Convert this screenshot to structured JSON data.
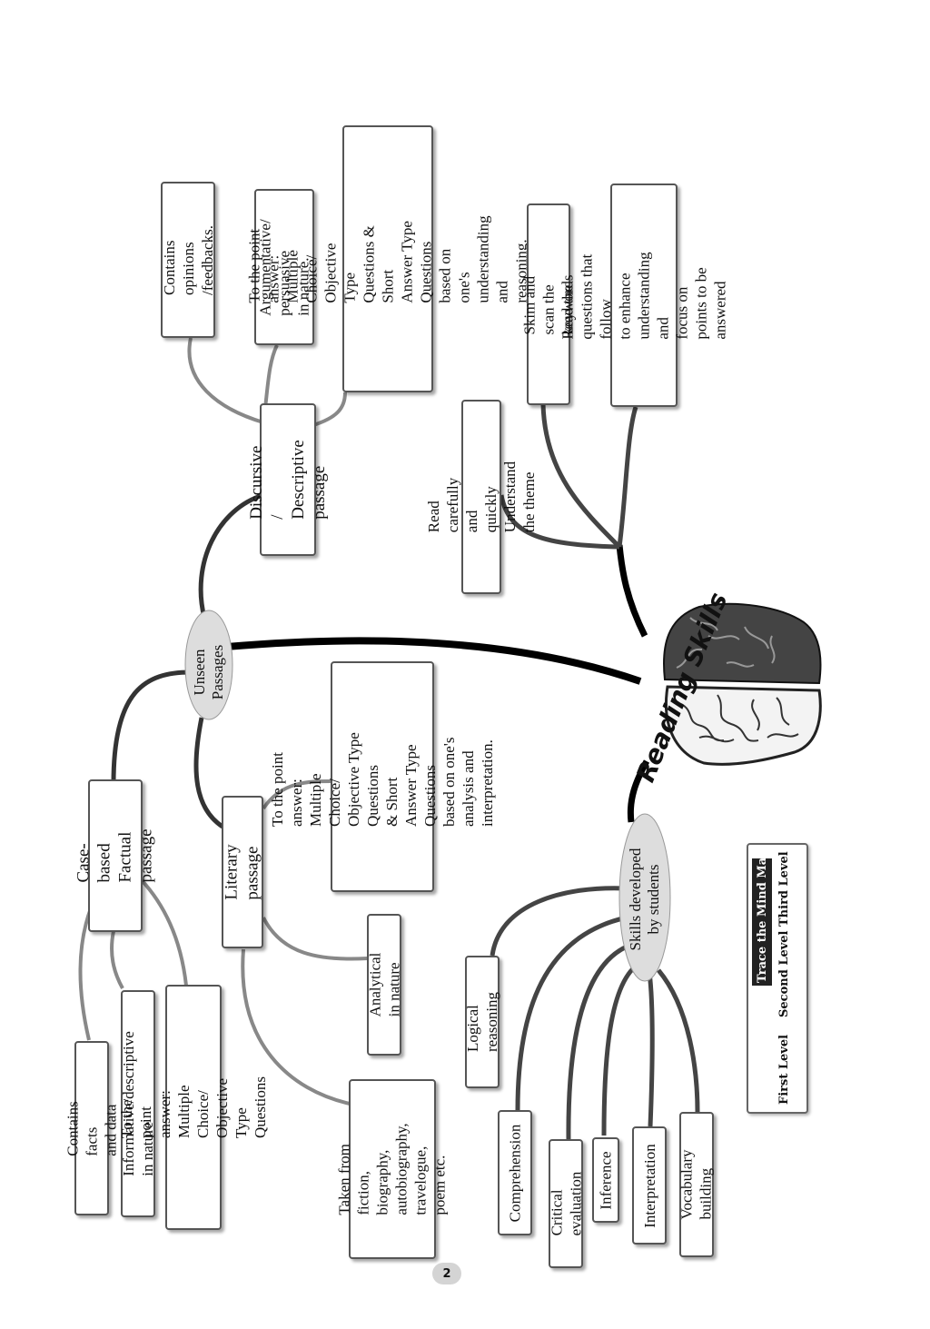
{
  "central_topic": "Reading Skills",
  "unseen_passages": {
    "label": "Unseen\nPassages",
    "discursive": {
      "label": "Discursive /\nDescriptive passage",
      "children": [
        "Contains opinions\n/feedbacks.",
        "Argumentative/\npersuasive\nin nature.",
        "To the point answer: Multiple Choice/\nObjective Type Questions & Short\nAnswer Type Questions based on\none's understanding and reasoning."
      ]
    },
    "case_based": {
      "label": "Case-based Factual\npassage",
      "children": [
        "Contains facts and data",
        "Informative/descriptive in nature",
        "To the point answer: Multiple\nChoice/ Objective Type Questions"
      ]
    },
    "literary": {
      "label": "Literary passage",
      "children": [
        "To the point answer: Multiple\nChoice/ Objective Type Questions\n& Short Answer Type Questions\nbased on one's analysis and\ninterpretation.",
        "Analytical in nature",
        "Taken from fiction,\nbiography,\nautobiography,\ntravelogue, poem etc."
      ]
    }
  },
  "reading_tips": [
    "Read carefully and quickly\nUnderstand the theme",
    "Skim and scan the keywords",
    "Read the questions that follow\nto enhance understanding and\nfocus on points to be answered"
  ],
  "skills": {
    "label": "Skills developed\nby students",
    "children": [
      "Logical reasoning",
      "Comprehension",
      "Critical evaluation",
      "Inference",
      "Interpretation",
      "Vocabulary building"
    ]
  },
  "legend": {
    "title": "Trace the  Mind Map",
    "first": "First Level",
    "second": "Second Level",
    "third": "Third Level"
  },
  "page_number": "2"
}
